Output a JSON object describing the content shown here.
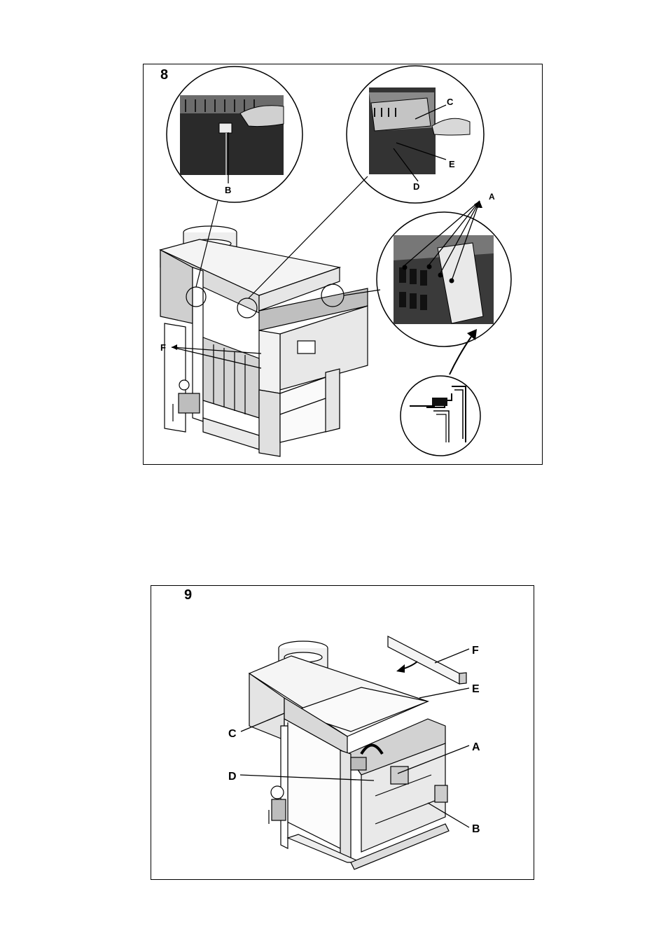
{
  "figure8": {
    "number": "8",
    "labels": {
      "a": "A",
      "b": "B",
      "c": "C",
      "d": "D",
      "e": "E",
      "f": "F"
    }
  },
  "figure9": {
    "number": "9",
    "labels": {
      "a": "A",
      "b": "B",
      "c": "C",
      "d": "D",
      "e": "E",
      "f": "F"
    }
  }
}
